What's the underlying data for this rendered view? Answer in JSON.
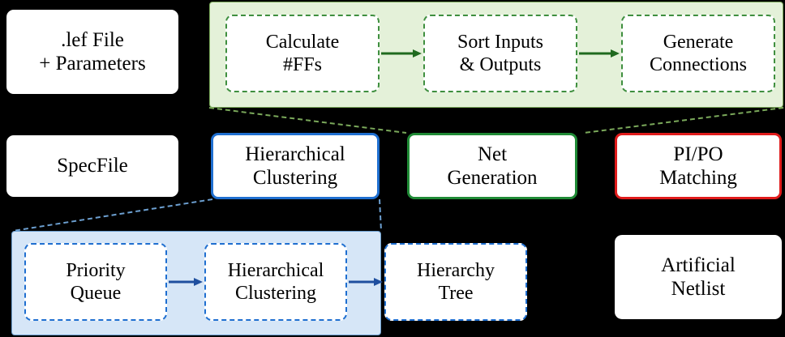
{
  "diagram": {
    "title": "Artificial netlist generation flow",
    "colors": {
      "background": "#000000",
      "blue_border": "#1f6fd0",
      "green_border": "#1f8a35",
      "red_border": "#e01b1b",
      "green_panel_fill": "#e4f1d9",
      "green_panel_border": "#7aa85a",
      "blue_panel_fill": "#d6e6f7",
      "blue_panel_border": "#6c9fd0",
      "box_fill": "#ffffff",
      "text": "#000000"
    },
    "main_row": {
      "input_box": ".lef File\n+ Parameters",
      "spec_file": "SpecFile",
      "hierarchical_clustering": "Hierarchical\nClustering",
      "net_generation": "Net\nGeneration",
      "pi_po_matching": "PI/PO\nMatching",
      "artificial_netlist": "Artificial\nNetlist"
    },
    "net_generation_panel": {
      "steps": [
        "Calculate\n#FFs",
        "Sort Inputs\n& Outputs",
        "Generate\nConnections"
      ]
    },
    "hierarchical_clustering_panel": {
      "steps": [
        "Priority\nQueue",
        "Hierarchical\nClustering",
        "Hierarchy\nTree"
      ]
    }
  }
}
